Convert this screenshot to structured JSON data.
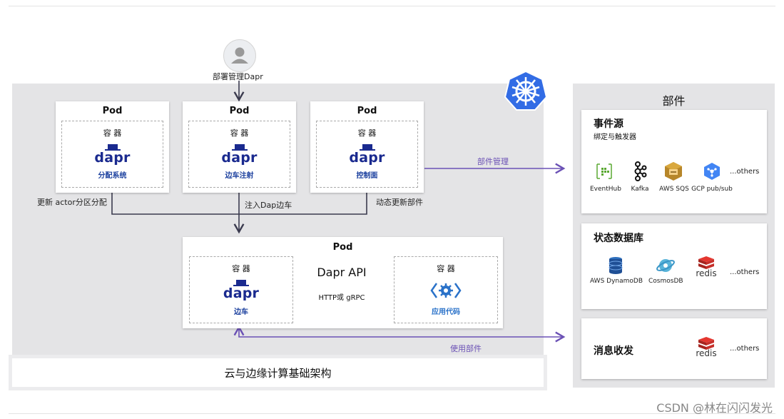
{
  "top_person": {
    "label": "部署管理Dapr"
  },
  "pods": [
    {
      "title": "Pod",
      "container": "容 器",
      "logo": "dapr",
      "caption": "分配系统"
    },
    {
      "title": "Pod",
      "container": "容 器",
      "logo": "dapr",
      "caption": "边车注射"
    },
    {
      "title": "Pod",
      "container": "容 器",
      "logo": "dapr",
      "caption": "控制面"
    }
  ],
  "annotations": {
    "left": "更新 actor分区分配",
    "middle": "注入Dap边车",
    "right": "动态更新部件",
    "component_mgmt": "部件管理",
    "use_component": "使用部件"
  },
  "app_pod": {
    "title": "Pod",
    "sidecar": {
      "container": "容 器",
      "logo": "dapr",
      "caption": "边车"
    },
    "api_title": "Dapr API",
    "api_sub": "HTTP或 gRPC",
    "app": {
      "container": "容 器",
      "caption": "应用代码"
    }
  },
  "infrastructure": "云与边缘计算基础架构",
  "components": {
    "title": "部件",
    "event_sources": {
      "title": "事件源",
      "subtitle": "绑定与触发器",
      "items": [
        "EventHub",
        "Kafka",
        "AWS SQS",
        "GCP pub/sub"
      ],
      "others": "...others"
    },
    "state_stores": {
      "title": "状态数据库",
      "items": [
        "AWS DynamoDB",
        "CosmosDB",
        "redis"
      ],
      "others": "...others"
    },
    "messaging": {
      "title": "消息收发",
      "items": [
        "redis"
      ],
      "others": "...others"
    }
  },
  "watermark": "CSDN @林在闪闪发光",
  "colors": {
    "dapr": "#1a2a8f",
    "arrow": "#3b3b4f",
    "purple": "#6b51b5",
    "k8s": "#326ce5",
    "redis": "#c6302b"
  }
}
